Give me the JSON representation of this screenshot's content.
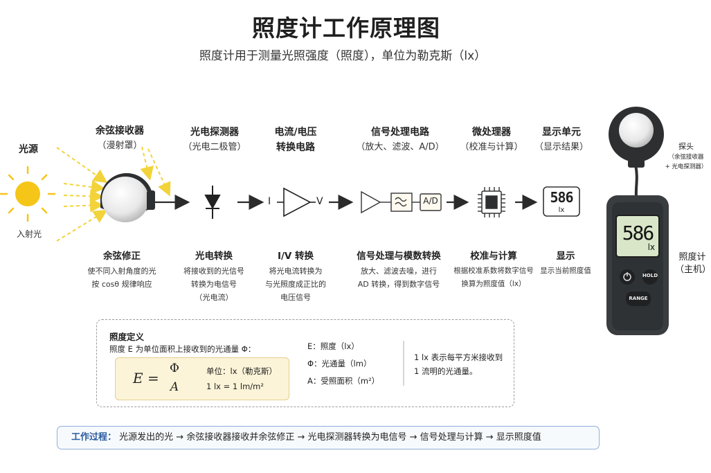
{
  "title": "照度计工作原理图",
  "subtitle": "照度计用于测量光照强度（照度），单位为勒克斯（lx）",
  "source": {
    "label": "光源",
    "incident": "入射光"
  },
  "stages": [
    {
      "title": "余弦接收器",
      "sub": "（漫射罩）",
      "desc_title": "余弦修正",
      "desc": [
        "使不同入射角度的光",
        "按 cosθ 规律响应"
      ]
    },
    {
      "title": "光电探测器",
      "sub": "（光电二极管）",
      "desc_title": "光电转换",
      "desc": [
        "将接收到的光信号",
        "转换为电信号",
        "（光电流）"
      ]
    },
    {
      "title": "电流/电压",
      "title2": "转换电路",
      "desc_title": "I/V 转换",
      "desc": [
        "将光电流转换为",
        "与光照度成正比的",
        "电压信号"
      ]
    },
    {
      "title": "信号处理电路",
      "sub": "（放大、滤波、A/D）",
      "desc_title": "信号处理与模数转换",
      "desc": [
        "放大、滤波去噪，进行",
        "AD 转换，得到数字信号"
      ]
    },
    {
      "title": "微处理器",
      "sub": "（校准与计算）",
      "desc_title": "校准与计算",
      "desc": [
        "根据校准系数将数字信号",
        "换算为照度值（lx）"
      ]
    },
    {
      "title": "显示单元",
      "sub": "（显示结果）",
      "desc_title": "显示",
      "desc": [
        "显示当前照度值"
      ]
    }
  ],
  "iv_labels": {
    "in": "I",
    "out": "V"
  },
  "ad_label": "A/D",
  "display_reading": "586",
  "display_unit": "lx",
  "device": {
    "probe_label": "探头",
    "probe_sub1": "（余弦接收器",
    "probe_sub2": "+ 光电探测器）",
    "body_label": "照度计",
    "body_sub": "（主机）",
    "reading": "586",
    "unit": "lx",
    "btn_hold": "HOLD",
    "btn_range": "RANGE"
  },
  "definition": {
    "title": "照度定义",
    "text": "照度 E 为单位面积上接收到的光通量 Φ：",
    "formula_lhs": "E =",
    "formula_num": "Φ",
    "formula_den": "A",
    "unit_line": "单位：lx（勒克斯）",
    "unit_eq": "1 lx = 1 lm/m²",
    "vars": [
      "E：照度（lx）",
      "Φ：光通量（lm）",
      "A：受照面积（m²）"
    ],
    "note1": "1 lx 表示每平方米接收到",
    "note2": "1 流明的光通量。"
  },
  "process": {
    "label": "工作过程：",
    "text": "光源发出的光 → 余弦接收器接收并余弦修正 → 光电探测器转换为电信号 → 信号处理与计算 → 显示照度值"
  },
  "colors": {
    "sun": "#f5c518",
    "rays": "#f2d33a",
    "arrow": "#2b2b2b",
    "device": "#3a3d40",
    "lcd": "#d9e6c8"
  }
}
